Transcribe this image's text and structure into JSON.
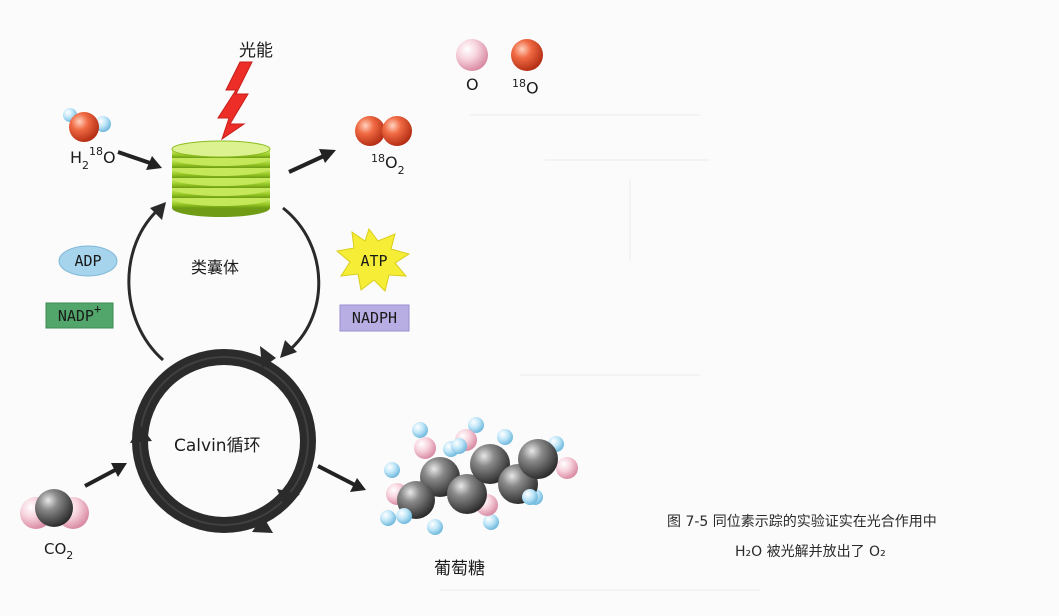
{
  "legend": {
    "plain_o_label": "O",
    "heavy_o_mass": "18",
    "heavy_o_symbol": "O"
  },
  "light": {
    "label": "光能"
  },
  "water": {
    "h": "H",
    "sub": "2",
    "mass": "18",
    "o": "O"
  },
  "oxygen": {
    "mass": "18",
    "o": "O",
    "sub": "2"
  },
  "thylakoid": {
    "label": "类囊体"
  },
  "molecules": {
    "adp": "ADP",
    "nadp": "NADP",
    "nadp_charge": "+",
    "atp": "ATP",
    "nadph": "NADPH"
  },
  "calvin": {
    "label": "Calvin循环"
  },
  "co2": {
    "c": "CO",
    "sub": "2"
  },
  "glucose": {
    "label": "葡萄糖"
  },
  "caption": {
    "line1": "图 7-5  同位素示踪的实验证实在光合作用中",
    "line2": "H₂O 被光解并放出了 O₂"
  },
  "colors": {
    "oxygen_plain": "#f2c4d2",
    "oxygen_heavy": "#e8542f",
    "hydrogen": "#a9dbf2",
    "carbon": "#505050",
    "thylakoid": "#9fd02a",
    "adp_fill": "#a6d4ec",
    "nadp_fill": "#53a66b",
    "atp_fill": "#f6ee36",
    "nadph_fill": "#b8aee3",
    "lightning": "#ec2d28"
  }
}
